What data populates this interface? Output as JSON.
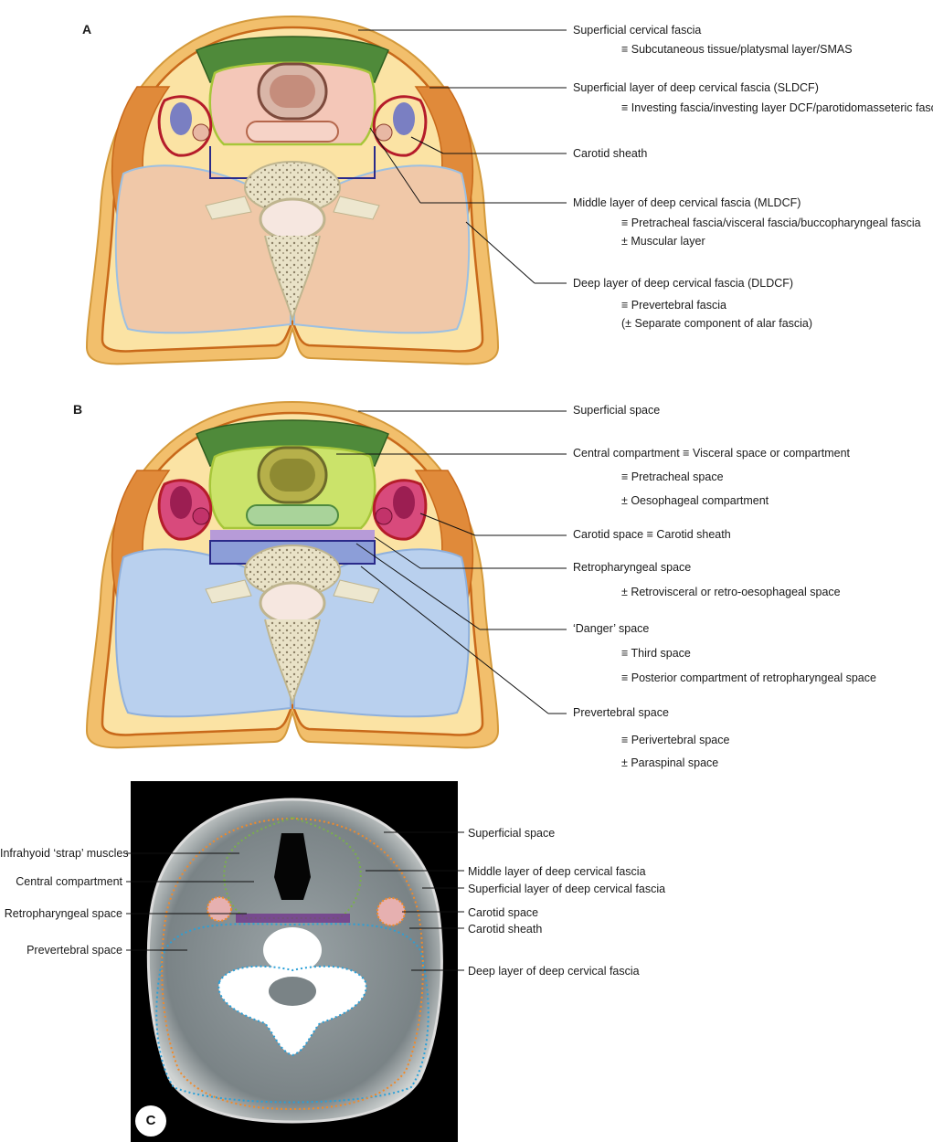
{
  "panels": {
    "A": {
      "letter": "A",
      "labels": [
        {
          "term": "Superficial cervical fascia",
          "synonyms": [
            "≡ Subcutaneous tissue/platysmal layer/SMAS"
          ]
        },
        {
          "term": "Superficial layer of deep cervical fascia (SLDCF)",
          "synonyms": [
            "≡ Investing fascia/investing layer DCF/parotidomasseteric fascia"
          ]
        },
        {
          "term": "Carotid sheath",
          "synonyms": []
        },
        {
          "term": "Middle layer of deep cervical fascia (MLDCF)",
          "synonyms": [
            "≡ Pretracheal fascia/visceral fascia/buccopharyngeal fascia",
            "± Muscular layer"
          ]
        },
        {
          "term": "Deep layer of deep cervical fascia (DLDCF)",
          "synonyms": [
            "≡    Prevertebral fascia",
            "(± Separate component of alar fascia)"
          ]
        }
      ]
    },
    "B": {
      "letter": "B",
      "labels": [
        {
          "term": "Superficial space",
          "synonyms": []
        },
        {
          "term": "Central compartment  ≡  Visceral space or compartment",
          "synonyms": [
            "≡ Pretracheal space",
            "± Oesophageal compartment"
          ]
        },
        {
          "term": "Carotid space  ≡  Carotid sheath",
          "synonyms": []
        },
        {
          "term": "Retropharyngeal space",
          "synonyms": [
            "± Retrovisceral or retro-oesophageal space"
          ]
        },
        {
          "term": "‘Danger’ space",
          "synonyms": [
            "≡   Third space",
            "≡   Posterior compartment of retropharyngeal space"
          ]
        },
        {
          "term": "Prevertebral space",
          "synonyms": [
            "≡ Perivertebral space",
            "± Paraspinal space"
          ]
        }
      ]
    },
    "C": {
      "letter": "C",
      "left_labels": [
        "Infrahyoid ‘strap’ muscles",
        "Central compartment",
        "Retropharyngeal space",
        "Prevertebral space"
      ],
      "right_labels": [
        "Superficial space",
        "Middle layer of deep cervical fascia",
        "Superficial layer of deep cervical fascia",
        "Carotid space",
        "Carotid sheath",
        "Deep layer of deep cervical fascia"
      ]
    }
  },
  "colors": {
    "skin": "#f2bf6c",
    "fat": "#fbe3a4",
    "muscle": "#f0c8a8",
    "investing": "#c8691a",
    "strap": "#4f8a3a",
    "visceral_green": "#cbe36a",
    "carotid": "#b51c2a",
    "prevertebral_blue": "#b9d0ee",
    "bone": "#ede7cf",
    "ct_bg": "#000000"
  }
}
